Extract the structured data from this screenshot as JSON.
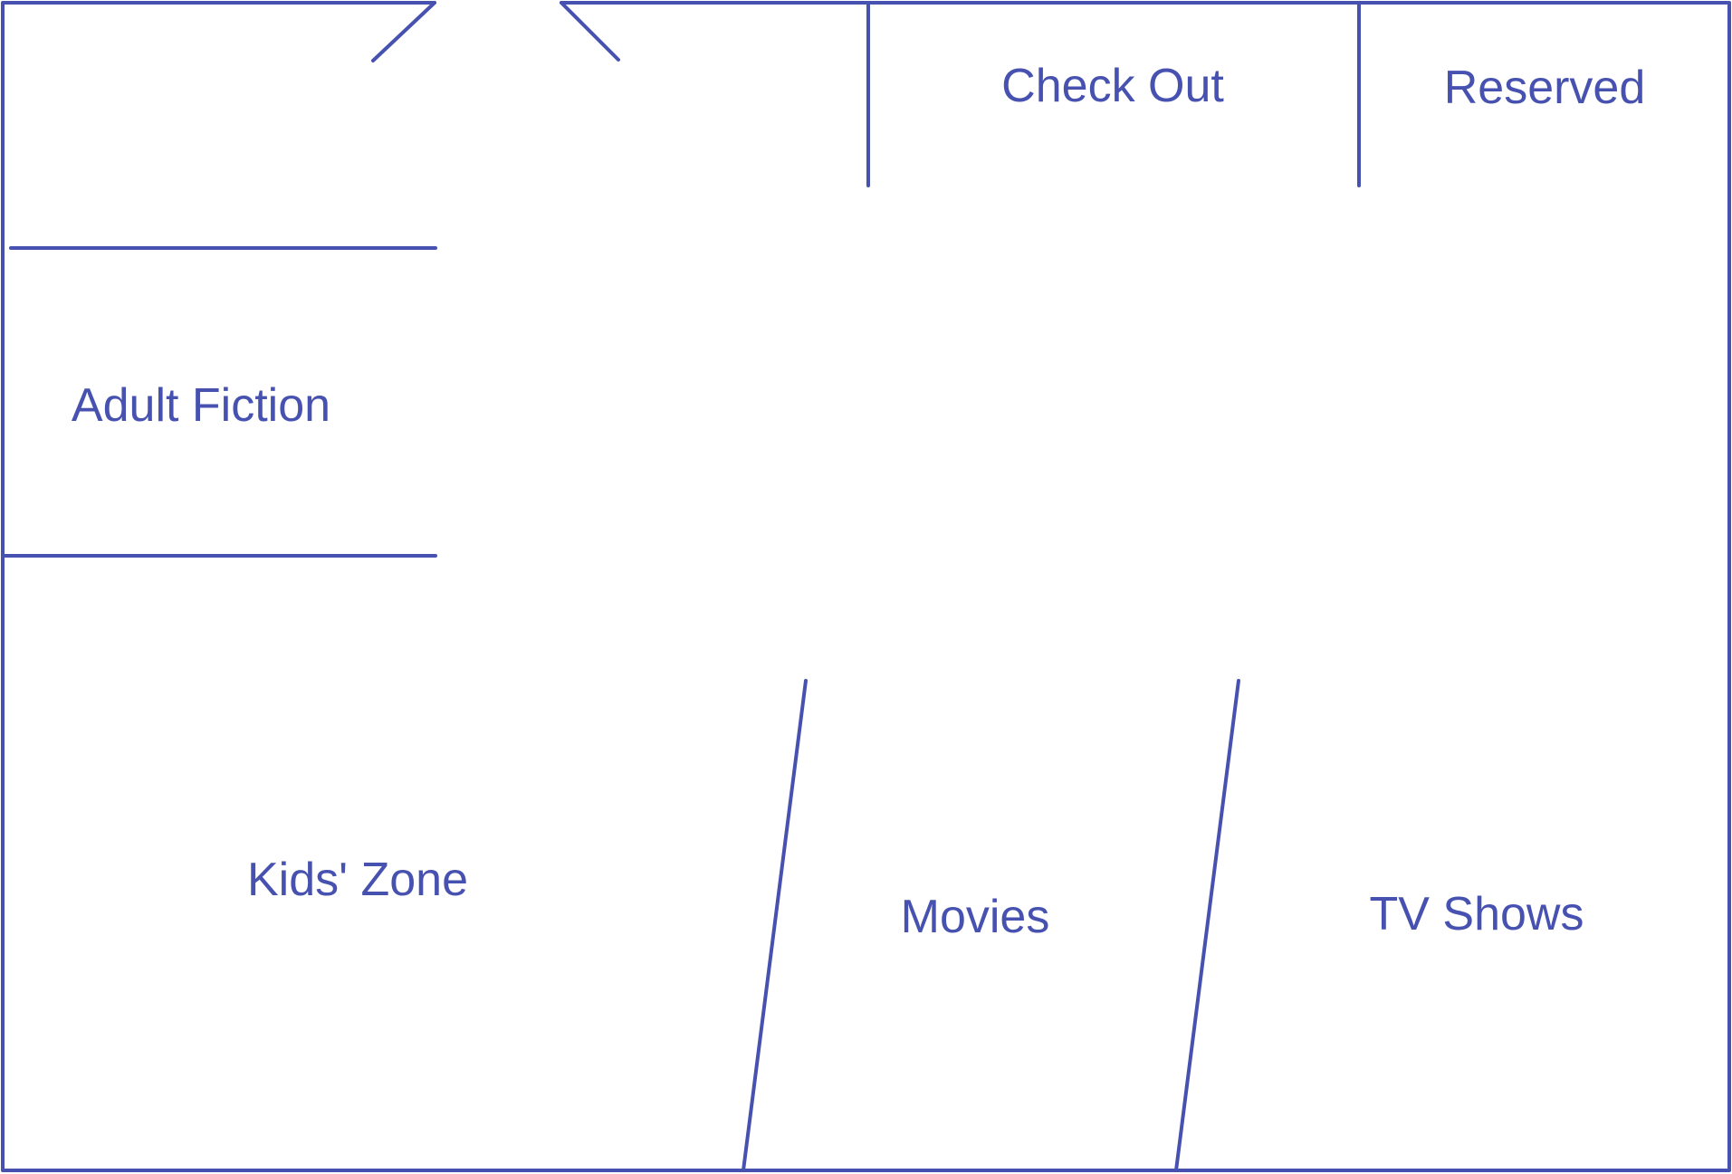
{
  "colors": {
    "line": "#4752b0",
    "background": "#ffffff"
  },
  "rooms": {
    "check_out": "Check Out",
    "reserved": "Reserved",
    "adult_fiction": "Adult Fiction",
    "kids_zone": "Kids' Zone",
    "movies": "Movies",
    "tv_shows": "TV Shows"
  }
}
